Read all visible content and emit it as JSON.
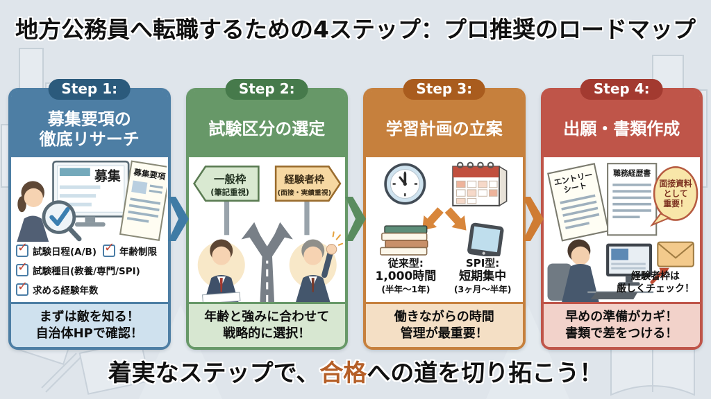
{
  "header": {
    "title": "地方公務員へ転職するための4ステップ：プロ推奨のロードマップ"
  },
  "steps": [
    {
      "badge": "Step 1:",
      "title_lines": [
        "募集要項の",
        "徹底リサーチ"
      ],
      "accent_color": "#4d7ea4",
      "illustration": {
        "monitor_label": "募集",
        "document_label": "募集要項"
      },
      "checklist": [
        "試験日程(A/B)",
        "年齢制限",
        "試験種目(教養/専門/SPI)",
        "求める経験年数"
      ],
      "footer_lines": [
        "まずは敵を知る！",
        "自治体HPで確認！"
      ]
    },
    {
      "badge": "Step 2:",
      "title_lines": [
        "試験区分の選定"
      ],
      "accent_color": "#679868",
      "signs": {
        "left_title": "一般枠",
        "left_sub": "(筆記重視)",
        "right_title": "経験者枠",
        "right_sub": "(面接・実績重視)"
      },
      "footer_lines": [
        "年齢と強みに合わせて",
        "戦略的に選択！"
      ]
    },
    {
      "badge": "Step 3:",
      "title_lines": [
        "学習計画の立案"
      ],
      "accent_color": "#c6803d",
      "options": [
        {
          "name": "従来型:",
          "value": "1,000時間",
          "note": "(半年～1年)"
        },
        {
          "name": "SPI型:",
          "value": "短期集中",
          "note": "(3ヶ月～半年)"
        }
      ],
      "footer_lines": [
        "働きながらの時間",
        "管理が最重要！"
      ]
    },
    {
      "badge": "Step 4:",
      "title_lines": [
        "出願・書類作成"
      ],
      "accent_color": "#bf5549",
      "documents": {
        "entry_sheet_lines": [
          "エントリー",
          "シート"
        ],
        "resume_label": "職務経歴書"
      },
      "bubble_lines": [
        "面接資料",
        "として",
        "重要！"
      ],
      "caption_lines": [
        "経験者枠は",
        "厳しくチェック！"
      ],
      "footer_lines": [
        "早めの準備がカギ！",
        "書類で差をつける！"
      ]
    }
  ],
  "banner": {
    "prefix": "着実なステップで、",
    "highlight": "合格",
    "suffix": "への道を切り拓こう！",
    "highlight_color": "#b55f28"
  }
}
